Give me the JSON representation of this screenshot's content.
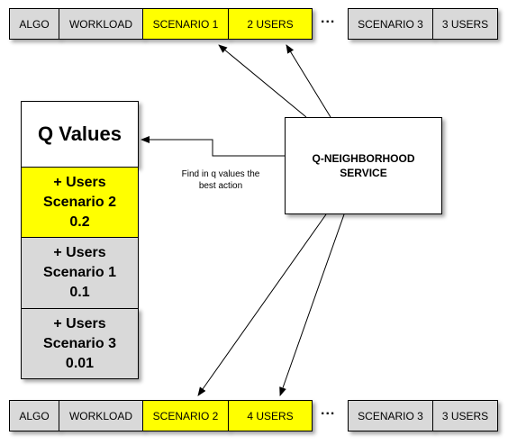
{
  "top_row": {
    "cells": [
      {
        "label": "ALGO",
        "highlight": false
      },
      {
        "label": "WORKLOAD",
        "highlight": false
      },
      {
        "label": "SCENARIO 1",
        "highlight": true
      },
      {
        "label": "2 USERS",
        "highlight": true
      }
    ],
    "ellipsis": "...",
    "tail_cells": [
      {
        "label": "SCENARIO 3"
      },
      {
        "label": "3 USERS"
      }
    ]
  },
  "bottom_row": {
    "cells": [
      {
        "label": "ALGO",
        "highlight": false
      },
      {
        "label": "WORKLOAD",
        "highlight": false
      },
      {
        "label": "SCENARIO 2",
        "highlight": true
      },
      {
        "label": "4 USERS",
        "highlight": true
      }
    ],
    "ellipsis": "...",
    "tail_cells": [
      {
        "label": "SCENARIO 3"
      },
      {
        "label": "3 USERS"
      }
    ]
  },
  "q_values": {
    "title": "Q Values",
    "entries": [
      {
        "line1": "+ Users",
        "line2": "Scenario 2",
        "value": "0.2",
        "highlight": true
      },
      {
        "line1": "+ Users",
        "line2": "Scenario 1",
        "value": "0.1",
        "highlight": false
      },
      {
        "line1": "+ Users",
        "line2": "Scenario 3",
        "value": "0.01",
        "highlight": false
      }
    ]
  },
  "service": {
    "line1": "Q-NEIGHBORHOOD",
    "line2": "SERVICE"
  },
  "caption": {
    "line1": "Find in q values the",
    "line2": "best action"
  },
  "colors": {
    "highlight": "#ffff00",
    "cell": "#d9d9d9",
    "border": "#000000"
  }
}
